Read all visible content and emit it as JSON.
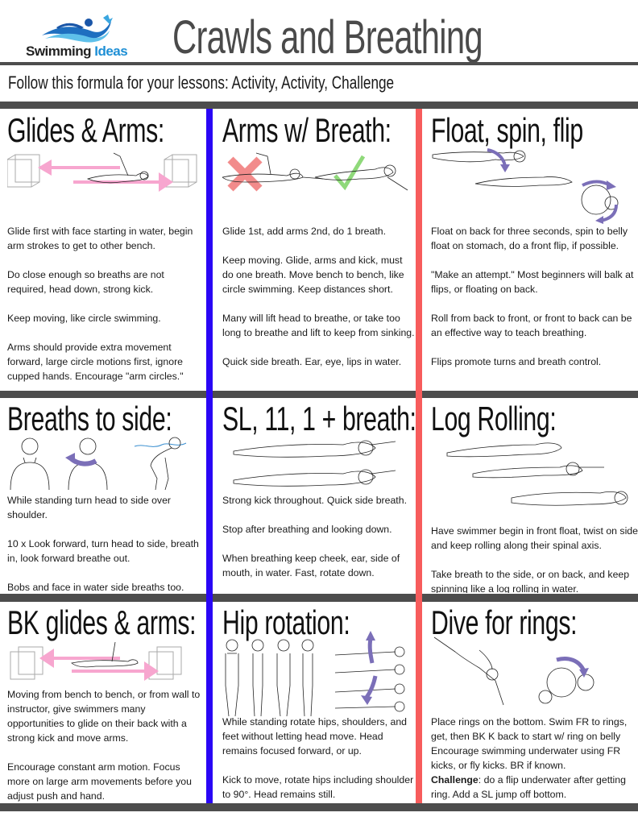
{
  "header": {
    "logo": {
      "word1": "Swimming",
      "word2": "Ideas",
      "icon": "swimmer-wave-logo-icon"
    },
    "title": "Crawls and Breathing"
  },
  "formula": "Follow this formula for your lessons:   Activity, Activity, Challenge",
  "colors": {
    "rule": "#4d4d4d",
    "divider_left": "#2a06f5",
    "divider_right": "#f75c5c",
    "arrow_pink": "#f7a6cf",
    "arrow_purple": "#7b6fb8",
    "x_mark": "#f28b8b",
    "check_mark": "#8fd97a",
    "logo_blue": "#1e8fd5"
  },
  "cells": [
    {
      "title": "Glides & Arms:",
      "illustration": "bench-glide-arms-illustration",
      "paragraphs": [
        "Glide first with face starting in water, begin arm strokes to get to other bench.",
        "Do close enough so breaths are not required, head down, strong kick.",
        "Keep moving, like circle swimming.",
        "Arms should provide extra movement forward, large circle motions first, ignore cupped hands. Encourage \"arm circles.\""
      ]
    },
    {
      "title": "Arms w/ Breath:",
      "illustration": "wrong-right-breath-illustration",
      "paragraphs": [
        "Glide 1st, add arms 2nd, do 1 breath.",
        "Keep moving. Glide, arms and kick, must do one breath. Move bench to bench, like circle swimming. Keep distances short.",
        "Many will lift head to breathe, or take too long to breathe and lift to keep from sinking.",
        "Quick side breath. Ear, eye, lips in water."
      ]
    },
    {
      "title": "Float, spin, flip",
      "illustration": "float-spin-flip-illustration",
      "paragraphs": [
        "Float on back for three seconds, spin to belly float on stomach, do a front flip, if possible.",
        "\"Make an attempt.\" Most beginners will balk at flips, or floating on back.",
        "Roll from back to front, or front to back can be an effective way to teach breathing.",
        "Flips promote turns and breath control."
      ]
    },
    {
      "title": "Breaths to side:",
      "illustration": "standing-head-turn-illustration",
      "paragraphs": [
        "While standing turn head to side over shoulder.",
        "10 x Look forward, turn head to side, breath in, look forward breathe out.",
        "Bobs and face in water side breaths too."
      ]
    },
    {
      "title": "SL, 11, 1 + breath:",
      "illustration": "streamline-kick-breath-illustration",
      "paragraphs": [
        "Strong kick throughout. Quick side breath.",
        "Stop after breathing and looking down.",
        "When breathing keep cheek, ear, side of mouth, in water.  Fast, rotate down."
      ]
    },
    {
      "title": "Log Rolling:",
      "illustration": "log-rolling-illustration",
      "paragraphs": [
        "Have swimmer begin in front float, twist on side and keep rolling along their spinal axis.",
        "Take breath to the side, or on back, and keep spinning like a log rolling in water."
      ]
    },
    {
      "title": "BK glides & arms:",
      "illustration": "backstroke-bench-glide-illustration",
      "paragraphs": [
        "Moving from bench to bench, or from wall to instructor, give swimmers many opportunities to glide on their back with a strong kick and move arms.",
        "Encourage constant arm motion. Focus more on large arm movements before you adjust push and hand."
      ]
    },
    {
      "title": "Hip rotation:",
      "illustration": "hip-rotation-illustration",
      "paragraphs": [
        "While standing rotate hips, shoulders, and feet without letting head move. Head remains focused forward, or up.",
        "Kick to move, rotate hips including shoulder to 90°. Head remains still."
      ]
    },
    {
      "title": "Dive for rings:",
      "illustration": "dive-and-flip-illustration",
      "paragraphs": [
        "Place rings on the bottom. Swim FR to rings, get, then BK K back to start w/ ring on belly Encourage swimming underwater using FR kicks, or fly kicks. BR if known."
      ],
      "challenge": {
        "label": "Challenge",
        "text": ": do a flip underwater after getting ring. Add a SL jump off bottom."
      }
    }
  ]
}
